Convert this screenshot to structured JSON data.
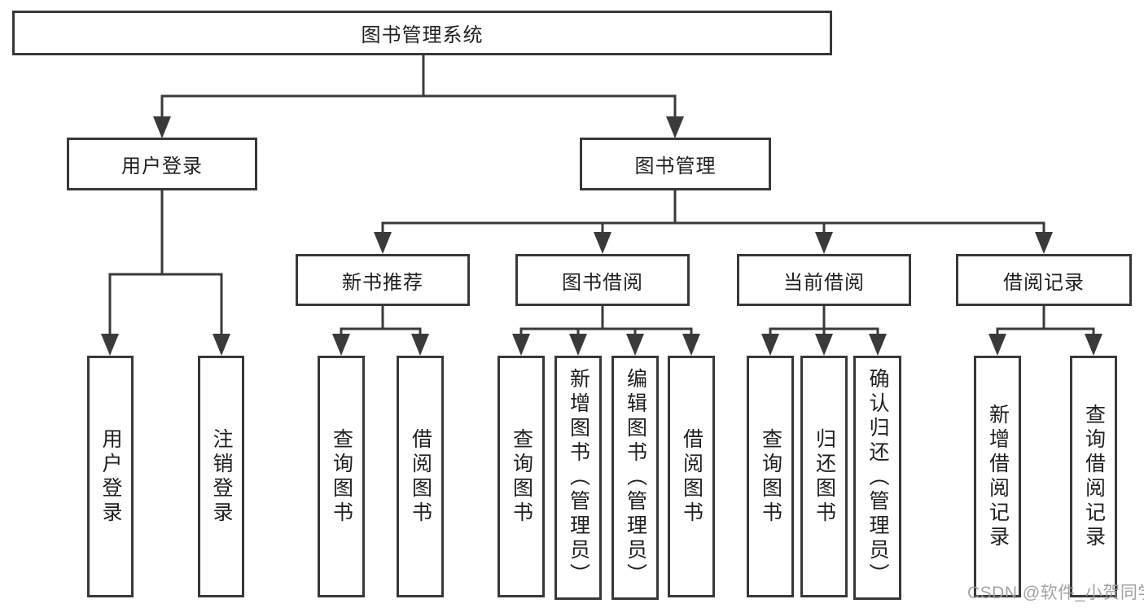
{
  "diagram": {
    "root": {
      "label": "图书管理系统"
    },
    "level2": [
      {
        "label": "用户登录"
      },
      {
        "label": "图书管理"
      }
    ],
    "level3": [
      {
        "label": "新书推荐"
      },
      {
        "label": "图书借阅"
      },
      {
        "label": "当前借阅"
      },
      {
        "label": "借阅记录"
      }
    ],
    "level4": {
      "user_login": [
        "用户登录",
        "注销登录"
      ],
      "new_book": [
        "查询图书",
        "借阅图书"
      ],
      "book_borrow": [
        "查询图书",
        "新增图书（管理员）",
        "编辑图书（管理员）",
        "借阅图书"
      ],
      "current_borrow": [
        "查询图书",
        "归还图书",
        "确认归还（管理员）"
      ],
      "records": [
        "新增借阅记录",
        "查询借阅记录"
      ]
    }
  },
  "watermark": {
    "text": "CSDN @软件_小贺同学"
  },
  "colors": {
    "background": "#ffffff",
    "line": "#3a3a3a",
    "box_border": "#383838",
    "text": "#1f1f1f",
    "watermark": "#9b9b9b"
  }
}
